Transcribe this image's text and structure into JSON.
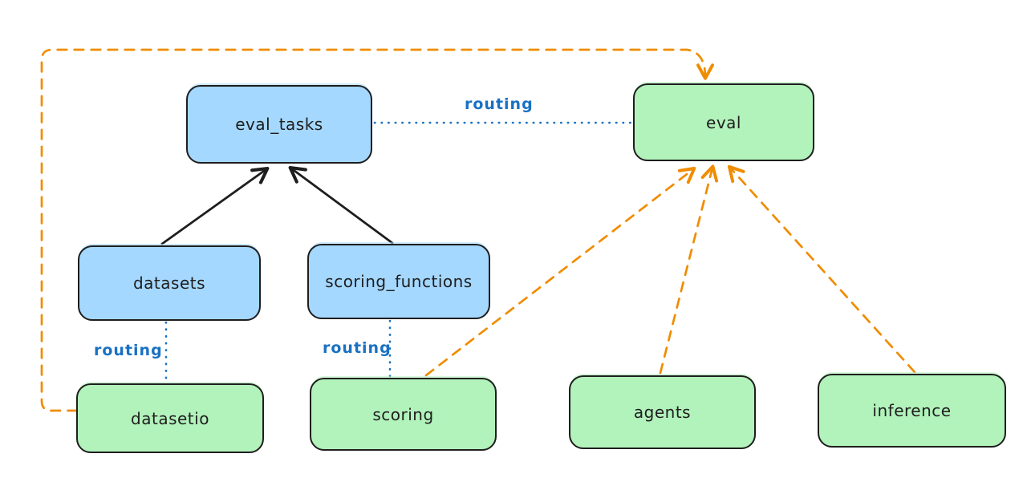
{
  "diagram": {
    "nodes": {
      "eval_tasks": {
        "label": "eval_tasks",
        "fill": "#a5d8ff"
      },
      "eval": {
        "label": "eval",
        "fill": "#b2f2bb"
      },
      "datasets": {
        "label": "datasets",
        "fill": "#a5d8ff"
      },
      "scoring_functions": {
        "label": "scoring_functions",
        "fill": "#a5d8ff"
      },
      "datasetio": {
        "label": "datasetio",
        "fill": "#b2f2bb"
      },
      "scoring": {
        "label": "scoring",
        "fill": "#b2f2bb"
      },
      "agents": {
        "label": "agents",
        "fill": "#b2f2bb"
      },
      "inference": {
        "label": "inference",
        "fill": "#b2f2bb"
      }
    },
    "labels": {
      "routing": "routing"
    },
    "edges": [
      {
        "from": "datasets",
        "to": "eval_tasks",
        "style": "solid",
        "color": "#1e1e1e",
        "arrow": true
      },
      {
        "from": "scoring_functions",
        "to": "eval_tasks",
        "style": "solid",
        "color": "#1e1e1e",
        "arrow": true
      },
      {
        "from": "eval_tasks",
        "to": "eval",
        "style": "dotted",
        "color": "#1971c2",
        "label": "routing"
      },
      {
        "from": "datasets",
        "to": "datasetio",
        "style": "dotted",
        "color": "#1971c2",
        "label": "routing"
      },
      {
        "from": "scoring_functions",
        "to": "scoring",
        "style": "dotted",
        "color": "#1971c2",
        "label": "routing"
      },
      {
        "from": "datasetio",
        "to": "eval",
        "style": "dashed",
        "color": "#f08c00",
        "arrow": true
      },
      {
        "from": "scoring",
        "to": "eval",
        "style": "dashed",
        "color": "#f08c00",
        "arrow": true
      },
      {
        "from": "agents",
        "to": "eval",
        "style": "dashed",
        "color": "#f08c00",
        "arrow": true
      },
      {
        "from": "inference",
        "to": "eval",
        "style": "dashed",
        "color": "#f08c00",
        "arrow": true
      }
    ],
    "colors": {
      "node_stroke": "#1e1e1e",
      "blue_fill": "#a5d8ff",
      "green_fill": "#b2f2bb",
      "routing_blue": "#1971c2",
      "orange": "#f08c00",
      "background": "#ffffff"
    }
  }
}
